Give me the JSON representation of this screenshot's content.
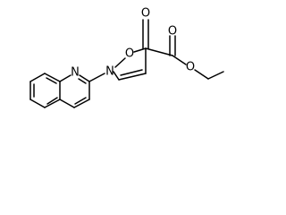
{
  "atom_labels": {
    "ring_oxygen": "O",
    "ring_nitrogen": "N",
    "carbonyl_oxygen": "O",
    "ester_carbonyl_oxygen": "O",
    "ester_oxygen": "O",
    "quinoline_nitrogen": "N"
  },
  "colors": {
    "bond": "#000000",
    "background": "#ffffff"
  }
}
